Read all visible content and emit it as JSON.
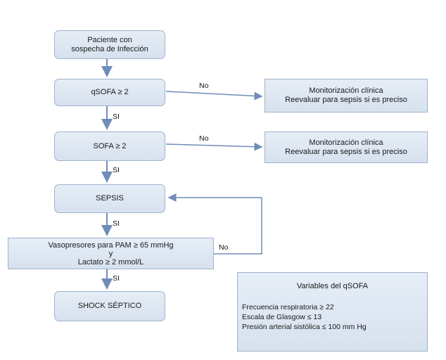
{
  "nodes": {
    "start": [
      "Paciente con",
      "sospecha de Infección"
    ],
    "qsofa": "qSOFA ≥ 2",
    "sofa": "SOFA ≥ 2",
    "sepsis": "SEPSIS",
    "vaso": [
      "Vasopresores  para PAM ≥  65 mmHg",
      "y",
      "Lactato ≥  2  mmol/L"
    ],
    "shock": "SHOCK SÉPTICO",
    "monitor1": [
      "Monitorización clínica",
      "Reevaluar para sepsis si es preciso"
    ],
    "monitor2": [
      "Monitorización clínica",
      "Reevaluar para sepsis si es preciso"
    ]
  },
  "edge_labels": {
    "qsofa_si": "SI",
    "sofa_si": "SI",
    "sepsis_si": "SI",
    "vaso_si": "SI",
    "qsofa_no": "No",
    "sofa_no": "No",
    "vaso_no": "No"
  },
  "variables": {
    "title": "Variables del qSOFA",
    "items": [
      "Frecuencia respiratoria ≥ 22",
      "Escala de Glasgow ≤ 13",
      "Presión arterial sistólica  ≤  100 mm Hg"
    ]
  },
  "colors": {
    "box_fill": "#dde6f1",
    "box_border": "#9fb3cc",
    "arrow": "#6f8db8"
  }
}
